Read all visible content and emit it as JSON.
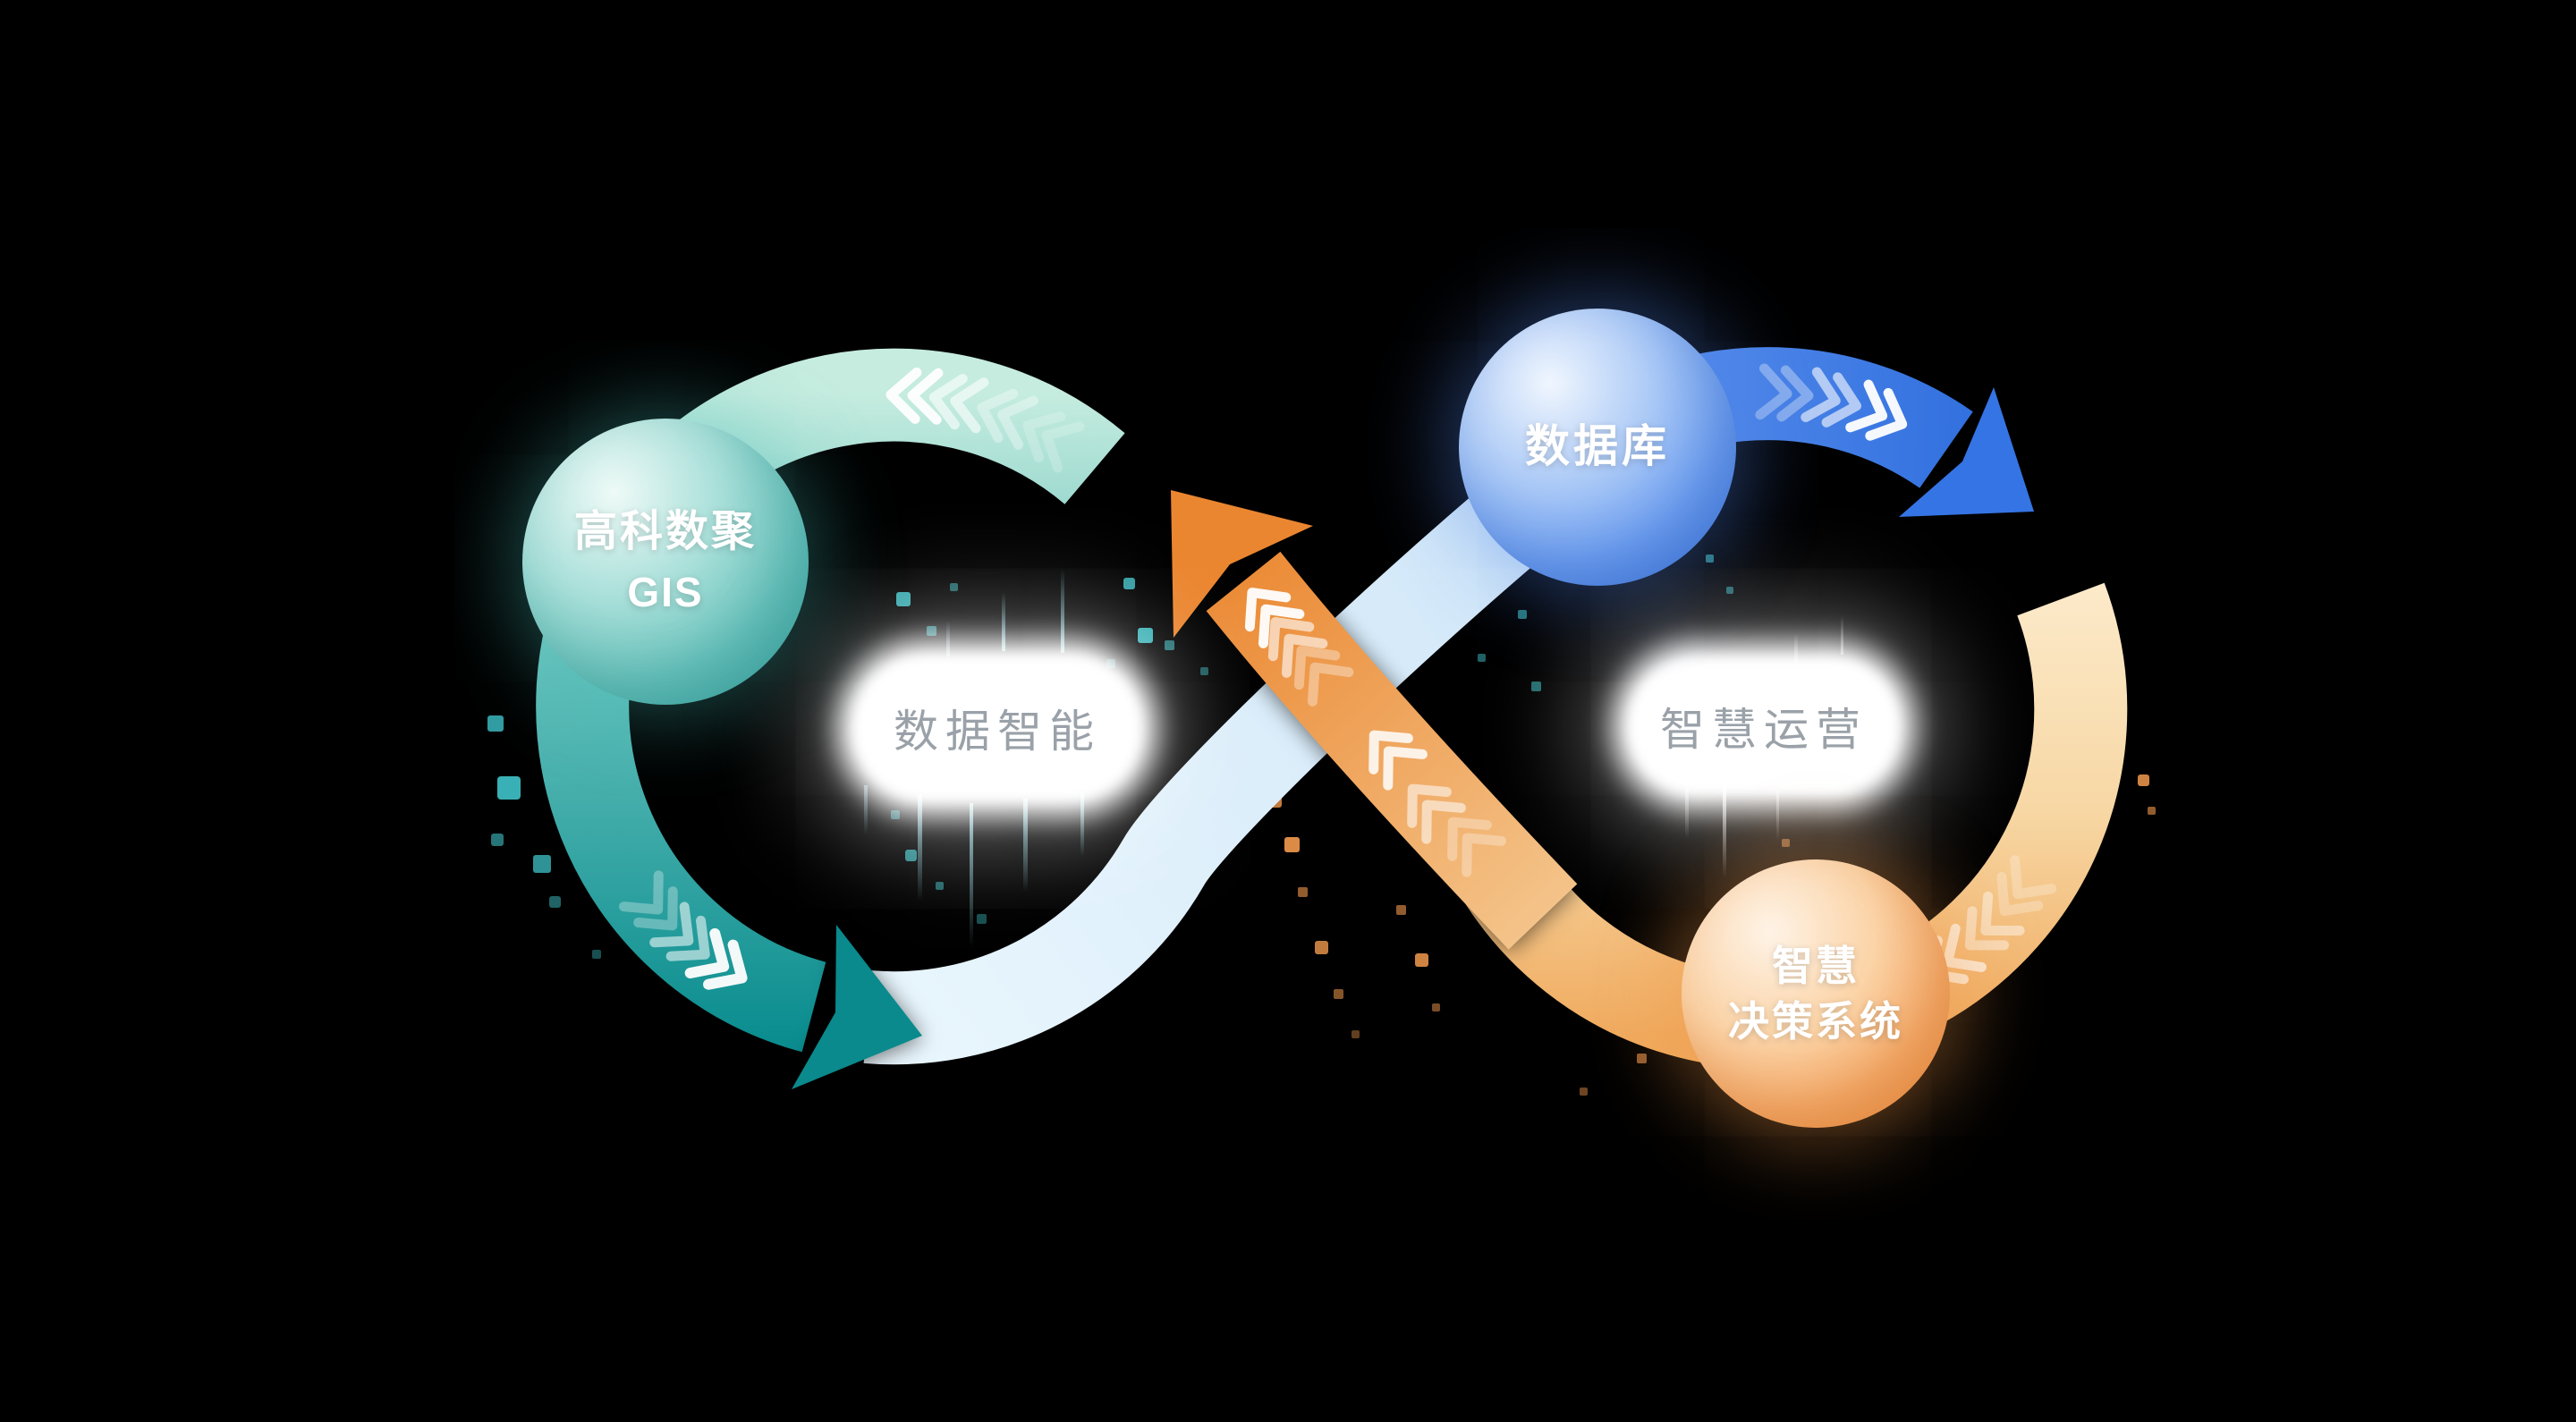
{
  "nodes": {
    "gis": {
      "line1": "高科数聚",
      "line2": "GIS"
    },
    "database": {
      "label": "数据库"
    },
    "decision": {
      "line1": "智慧",
      "line2": "决策系统"
    }
  },
  "pills": {
    "left": "数据智能",
    "right": "智慧运营"
  },
  "colors": {
    "teal_loop": "#0b8d8f",
    "mint": "#c5ecdf",
    "light_segment": "#e9f6fd",
    "blue_arrow": "#3a77de",
    "cream_loop": "#f7d7a4",
    "orange_arrow": "#ea842c",
    "pill_text": "#9aa1a8",
    "dot_teal": "#3fc3c9",
    "dot_orange": "#f39a4d",
    "background": "#000000"
  }
}
